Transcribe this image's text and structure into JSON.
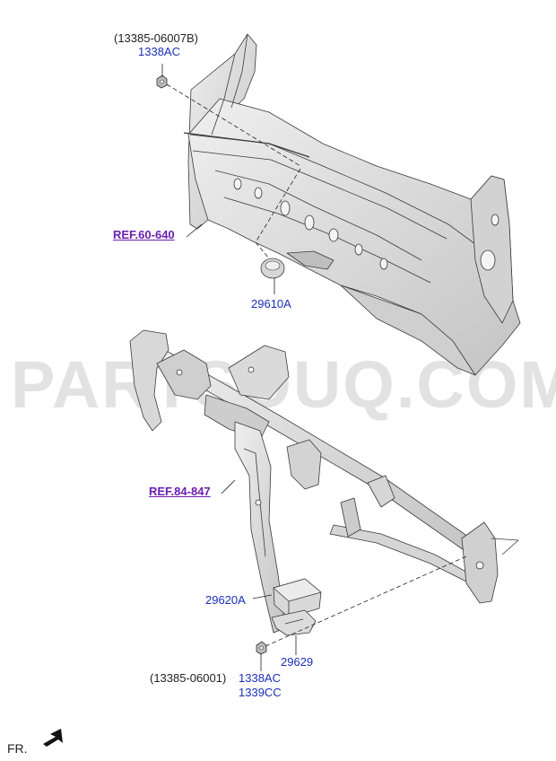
{
  "watermark": "PARTSOUQ.COM",
  "callouts": {
    "top_nut_alt": "(13385-06007B)",
    "top_nut": "1338AC",
    "ref_upper": "REF.60-640",
    "grommet": "29610A",
    "ref_lower": "REF.84-847",
    "module": "29620A",
    "bracket": "29629",
    "bottom_nut_alt": "(13385-06001)",
    "bottom_nut_1": "1338AC",
    "bottom_nut_2": "1339CC"
  },
  "front_label": "FR.",
  "colors": {
    "callout_blue": "#1a2fb8",
    "ref_purple": "#6a1fb0",
    "part_fill": "#dcdcdc",
    "part_line": "#3a3a3a"
  }
}
